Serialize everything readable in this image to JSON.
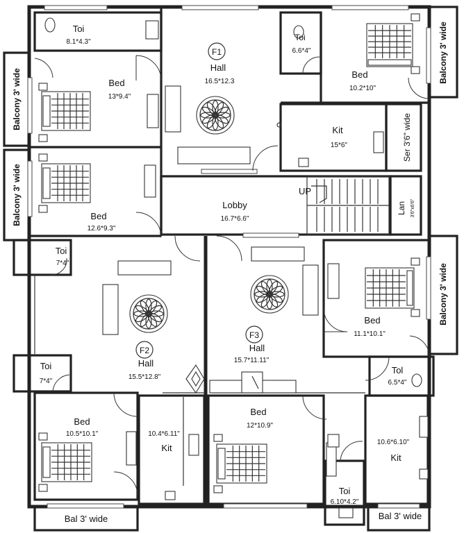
{
  "plan": {
    "units": {
      "f1": "F1",
      "f2": "F2",
      "f3": "F3"
    },
    "rooms": {
      "f1_toi_left": {
        "name": "Toi",
        "size": "8.1*4.3\""
      },
      "f1_bed_left": {
        "name": "Bed",
        "size": "13*9.4\""
      },
      "f1_hall": {
        "name": "Hall",
        "size": "16.5*12.3"
      },
      "f1_toi_mid": {
        "name": "Toi",
        "size": "6.6*4\""
      },
      "f1_bed_right": {
        "name": "Bed",
        "size": "10.2*10\""
      },
      "f1_kit": {
        "name": "Kit",
        "size": "15*6\""
      },
      "f2_bed_top": {
        "name": "Bed",
        "size": "12.6*9.3\""
      },
      "lobby": {
        "name": "Lobby",
        "size": "16.7*6.6\""
      },
      "f2_toi_top": {
        "name": "Toi",
        "size": "7*4\""
      },
      "f2_toi_bottom": {
        "name": "Toi",
        "size": "7*4\""
      },
      "f2_hall": {
        "name": "Hall",
        "size": "15.5*12.8\""
      },
      "f2_bed_bottom": {
        "name": "Bed",
        "size": "10.5*10.1\""
      },
      "f2_kit": {
        "name": "Kit",
        "size": "10.4*6.11\""
      },
      "f3_hall": {
        "name": "Hall",
        "size": "15.7*11.11\""
      },
      "f3_bed_right": {
        "name": "Bed",
        "size": "11.1*10.1\""
      },
      "f3_tol": {
        "name": "Tol",
        "size": "6.5*4\""
      },
      "f3_bed_bottom": {
        "name": "Bed",
        "size": "12*10.9\""
      },
      "f3_kit": {
        "name": "Kit",
        "size": "10.6*6.10\""
      },
      "f3_toi_bottom": {
        "name": "Toi",
        "size": "6.10*4.2\""
      }
    },
    "vertical_labels": {
      "balcony_left_top": "Balcony 3' wide",
      "balcony_left_mid": "Balcony 3' wide",
      "balcony_right_top": "Balcony 3' wide",
      "balcony_right_mid": "Balcony 3' wide",
      "ser": "Ser 3'6\" wide",
      "lan": "Lan",
      "lan_size": "3'6\"x6'6\""
    },
    "bottom_labels": {
      "bal_left": "Bal 3' wide",
      "bal_right": "Bal 3' wide"
    },
    "stairs_label": "UP"
  }
}
